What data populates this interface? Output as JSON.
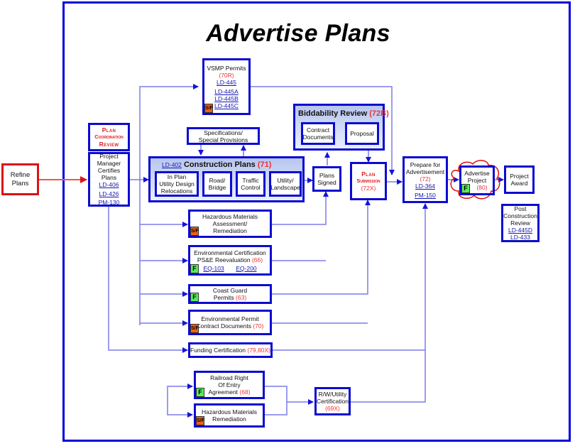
{
  "title": "Advertise Plans",
  "colors": {
    "frame": "#0000dd",
    "box_border": "#0b0bd1",
    "connector": "#7b7bea",
    "refine_border": "#dd1111",
    "code_red": "#ee3333",
    "sf_badge": "#f06010",
    "f_badge": "#55ee55"
  },
  "badges": {
    "sf": "S/F",
    "f": "F"
  },
  "nodes": {
    "refine_plans": {
      "label_1": "Refine",
      "label_2": "Plans"
    },
    "plan_coordination": {
      "label_1": "Plan",
      "label_2": "Coordination",
      "label_3": "Review"
    },
    "pm_certifies": {
      "label_1": "Project",
      "label_2": "Manager",
      "label_3": "Certifies Plans",
      "links": [
        "LD-406",
        "LD-426",
        "PM-130"
      ]
    },
    "vsmp": {
      "label": "VSMP Permits",
      "code": "(70R)",
      "links": [
        "LD-445",
        "LD-445A",
        "LD-445B",
        "LD-445C"
      ],
      "badge": "S/F"
    },
    "specifications": {
      "label_1": "Specifications/",
      "label_2": "Special Provisions"
    },
    "construction_plans": {
      "link": "LD-402",
      "title": "Construction Plans",
      "code": "(71)",
      "items": [
        {
          "line_1": "In Plan",
          "line_2": "Utility Design",
          "line_3": "Relocations"
        },
        {
          "line_1": "Road/",
          "line_2": "Bridge"
        },
        {
          "line_1": "Traffic",
          "line_2": "Control"
        },
        {
          "line_1": "Utility/",
          "line_2": "Landscape"
        }
      ]
    },
    "biddability": {
      "title": "Biddability Review",
      "code": "(72B)",
      "items": [
        {
          "line_1": "Contract",
          "line_2": "Documents"
        },
        {
          "line_1": "Proposal"
        }
      ]
    },
    "plans_signed": {
      "label_1": "Plans",
      "label_2": "Signed"
    },
    "plan_submission": {
      "label_1": "Plan",
      "label_2": "Submission",
      "code": "(72X)"
    },
    "prepare_advertisement": {
      "label_1": "Prepare for",
      "label_2": "Advertisement",
      "code": "(72)",
      "links": [
        "LD-364",
        "PM-150"
      ]
    },
    "advertise_project": {
      "label_1": "Advertise",
      "label_2": "Project",
      "code": "(80)",
      "badge": "F"
    },
    "project_award": {
      "label_1": "Project",
      "label_2": "Award"
    },
    "post_construction": {
      "label_1": "Post",
      "label_2": "Construction",
      "label_3": "Review",
      "links": [
        "LD-445D",
        "LD-433"
      ]
    },
    "hazmat_assessment": {
      "label_1": "Hazardous Materials",
      "label_2": "Assessment/",
      "label_3": "Remediation",
      "badge": "S/F"
    },
    "env_certification": {
      "label_1": "Environmental Certification",
      "label_2": "PS&E Reevaluation",
      "code": "(66)",
      "links": [
        "EQ-103",
        "EQ-200"
      ],
      "badge": "F"
    },
    "coast_guard": {
      "label_1": "Coast Guard",
      "label_2": "Permits",
      "code": "(63)",
      "badge": "F"
    },
    "env_permit": {
      "label_1": "Environmental Permit",
      "label_2": "Contract Documents",
      "code": "(70)",
      "badge": "S/F"
    },
    "funding": {
      "label": "Funding Certification",
      "code": "(79,80X)"
    },
    "railroad": {
      "label_1": "Railroad Right",
      "label_2": "Of Entry",
      "label_3": "Agreement",
      "code": "(68)",
      "badge": "F"
    },
    "hazmat_remediation": {
      "label_1": "Hazardous Materials",
      "label_2": "Remediation",
      "badge": "S/F"
    },
    "rw_utility": {
      "label_1": "R/W/Utility",
      "label_2": "Certification",
      "code": "(69X)"
    }
  }
}
